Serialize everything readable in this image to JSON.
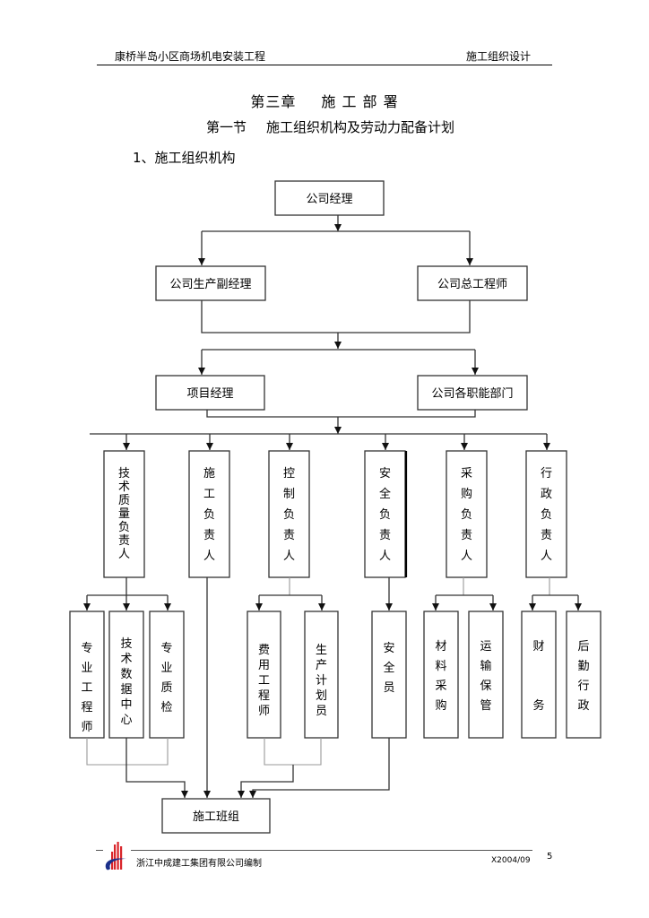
{
  "header": {
    "project_title": "康桥半岛小区商场机电安装工程",
    "doc_type": "施工组织设计"
  },
  "heading": {
    "chapter_no": "第三章",
    "chapter_title": "施 工 部 署",
    "section_no": "第一节",
    "section_title": "施工组织机构及劳动力配备计划",
    "subsection": "1、施工组织机构"
  },
  "org_chart": {
    "level1": {
      "id": "gm",
      "label": "公司经理"
    },
    "level2": [
      {
        "id": "deputy_gm",
        "label": "公司生产副经理"
      },
      {
        "id": "chief_engineer",
        "label": "公司总工程师"
      }
    ],
    "level3": [
      {
        "id": "project_manager",
        "label": "项目经理"
      },
      {
        "id": "departments",
        "label": "公司各职能部门"
      }
    ],
    "level4": [
      {
        "id": "tech_quality",
        "label": "技术质量负责人"
      },
      {
        "id": "construction",
        "label": "施工负责人"
      },
      {
        "id": "control",
        "label": "控制负责人"
      },
      {
        "id": "safety",
        "label": "安全负责人"
      },
      {
        "id": "procurement",
        "label": "采购负责人"
      },
      {
        "id": "admin",
        "label": "行政负责人"
      }
    ],
    "level5": [
      {
        "id": "spec_engineer",
        "label": "专业工程师",
        "parent": "tech_quality"
      },
      {
        "id": "tech_data",
        "label": "技术数据中心",
        "parent": "tech_quality"
      },
      {
        "id": "spec_qc",
        "label": "专业质检",
        "parent": "tech_quality"
      },
      {
        "id": "cost_engineer",
        "label": "费用工程师",
        "parent": "control"
      },
      {
        "id": "planner",
        "label": "生产计划员",
        "parent": "control"
      },
      {
        "id": "safety_officer",
        "label": "安全员",
        "parent": "safety"
      },
      {
        "id": "material_purchase",
        "label": "材料采购",
        "parent": "procurement"
      },
      {
        "id": "transport_storage",
        "label": "运输保管",
        "parent": "procurement"
      },
      {
        "id": "finance",
        "label": "财务",
        "parent": "admin"
      },
      {
        "id": "logistics_admin",
        "label": "后勤行政",
        "parent": "admin"
      }
    ],
    "bottom": {
      "id": "work_team",
      "label": "施工班组"
    }
  },
  "footer": {
    "company": "浙江中成建工集团有限公司编制",
    "date": "X2004/09",
    "page": "5",
    "logo_icon": "company-logo-icon",
    "logo_colors": {
      "bars": "#d9252a",
      "swoosh": "#1a2f8a"
    }
  }
}
